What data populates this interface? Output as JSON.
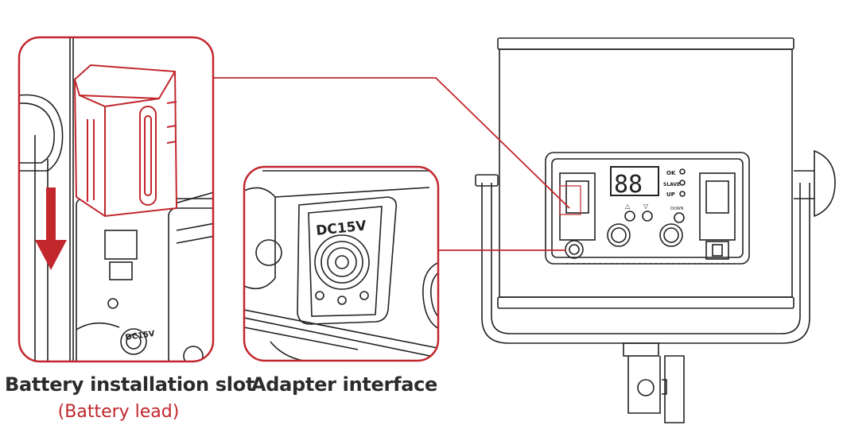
{
  "captions": {
    "battery_slot": "Battery installation slot",
    "battery_lead": "(Battery lead)",
    "adapter": "Adapter interface"
  },
  "labels": {
    "dc_port": "DC15V",
    "display": "88",
    "ok": "OK",
    "slave": "SLAVE",
    "up": "UP",
    "down": "DOWN"
  },
  "colors": {
    "accent": "#c1272d",
    "line": "#222222",
    "caption": "#2b2b2b"
  }
}
